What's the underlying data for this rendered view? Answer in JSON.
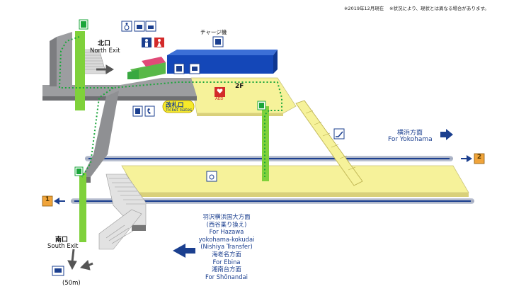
{
  "notice": {
    "date": "※2019年12月現在",
    "disclaimer": "※状況により、現状とは異なる場合があります。"
  },
  "labels": {
    "north_exit_ja": "北口",
    "north_exit_en": "North Exit",
    "south_exit_ja": "南口",
    "south_exit_en": "South Exit",
    "charge_machine": "チャージ機",
    "floor": "2F",
    "ticket_gates_ja": "改札口",
    "ticket_gates_en": "Ticket Gates",
    "aed": "AED",
    "bus_distance": "(50m)"
  },
  "platforms": {
    "track_1": "1",
    "track_2": "2"
  },
  "destinations": {
    "yokohama_ja": "横浜方面",
    "yokohama_en": "For Yokohama",
    "south_lines": [
      "羽沢横浜国大方面",
      "(西谷乗り換え)",
      "For Hazawa",
      "yokohama-kokudai",
      "(Nishiya Transfer)",
      "海老名方面",
      "For Ebina",
      "湘南台方面",
      "For Shōnandai"
    ]
  },
  "icons": [
    "elevator-icon",
    "accessible-toilet-icon",
    "baby-changing-icon",
    "restroom-icon",
    "ticket-machine-icon",
    "station-office-icon",
    "aed-icon",
    "escalator-icon",
    "phone-icon",
    "bus-icon",
    "waiting-room-icon"
  ],
  "colors": {
    "concourse_gray": "#8f9093",
    "platform_yellow": "#f6f29a",
    "elevator_green": "#7fd13b",
    "facility_blue": "#1447b8",
    "track_line": "#1b3f8f",
    "track_badge": "#f0a43a",
    "route_dots": "#1aa53a"
  }
}
